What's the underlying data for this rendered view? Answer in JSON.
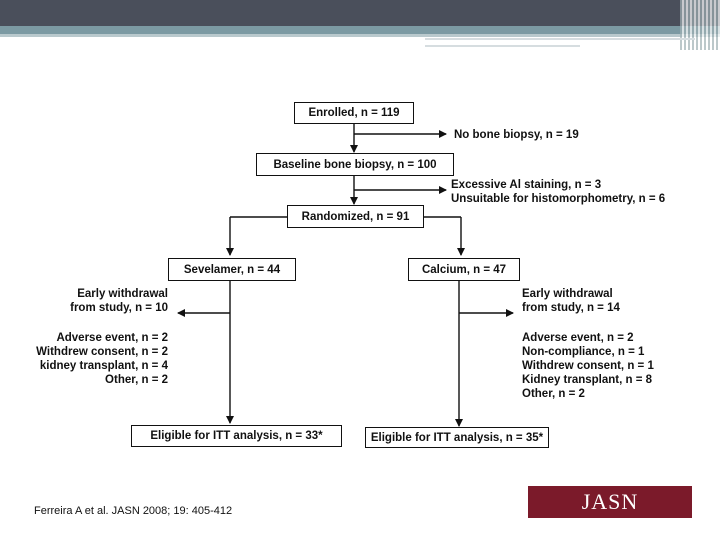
{
  "flow": {
    "enrolled": "Enrolled, n = 119",
    "no_biopsy": "No bone biopsy, n = 19",
    "baseline": "Baseline bone biopsy, n = 100",
    "excluded_1": "Excessive Al staining, n = 3",
    "excluded_2": "Unsuitable for histomorphometry, n = 6",
    "randomized": "Randomized, n = 91",
    "sevelamer": "Sevelamer, n = 44",
    "calcium": "Calcium, n = 47",
    "left_withdrawal": [
      "Early withdrawal",
      "from study, n = 10"
    ],
    "left_reasons": [
      "Adverse event, n = 2",
      "Withdrew consent, n = 2",
      "kidney transplant, n = 4",
      "Other, n = 2"
    ],
    "right_withdrawal": [
      "Early withdrawal",
      "from study, n = 14"
    ],
    "right_reasons": [
      "Adverse event, n = 2",
      "Non-compliance, n = 1",
      "Withdrew consent, n = 1",
      "Kidney transplant, n = 8",
      "Other, n = 2"
    ],
    "itt_left": "Eligible for ITT analysis, n = 33*",
    "itt_right": "Eligible for ITT analysis, n = 35*"
  },
  "footer": {
    "citation": "Ferreira A et al. JASN 2008; 19: 405-412",
    "logo": "JASN"
  },
  "colors": {
    "topbar": "#4a4f5b",
    "accent": "#7c9aa3",
    "logo_bg": "#7b1a2a"
  }
}
